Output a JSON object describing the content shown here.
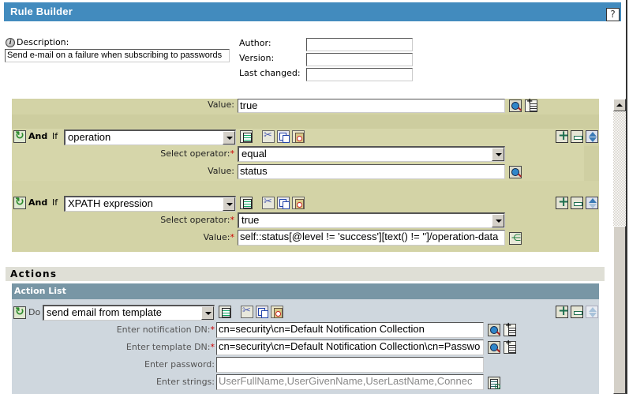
{
  "window": {
    "title": "Rule Builder",
    "help_label": "?"
  },
  "meta": {
    "description_label": "Description:",
    "description_value": "Send e-mail on a failure when subscribing to passwords",
    "author_label": "Author:",
    "author_value": "",
    "version_label": "Version:",
    "version_value": "",
    "last_changed_label": "Last changed:",
    "last_changed_value": ""
  },
  "conditions": {
    "partial_row": {
      "value_label": "Value:",
      "value": "true"
    },
    "items": [
      {
        "connector": "And",
        "if_label": "If",
        "condition": "operation",
        "operator_label": "Select operator:",
        "operator_required": "*",
        "operator": "equal",
        "value_label": "Value:",
        "value_required": "",
        "value": "status"
      },
      {
        "connector": "And",
        "if_label": "If",
        "condition": "XPATH expression",
        "operator_label": "Select operator:",
        "operator_required": "*",
        "operator": "true",
        "value_label": "Value:",
        "value_required": "*",
        "value": "self::status[@level != 'success'][text() != '']/operation-data"
      }
    ]
  },
  "actions": {
    "section_title": "Actions",
    "list_title": "Action List",
    "items": [
      {
        "do_label": "Do",
        "action": "send email from template",
        "fields": [
          {
            "label": "Enter notification DN:",
            "required": "*",
            "value": "cn=security\\cn=Default Notification Collection"
          },
          {
            "label": "Enter template DN:",
            "required": "*",
            "value": "cn=security\\cn=Default Notification Collection\\cn=Passwo"
          },
          {
            "label": "Enter password:",
            "required": "",
            "value": ""
          },
          {
            "label": "Enter strings:",
            "required": "",
            "value": "UserFullName,UserGivenName,UserLastName,Connec"
          }
        ]
      }
    ]
  },
  "colors": {
    "titlebar": "#428bbe",
    "condition_bg": "#d3d3a6",
    "action_list_header": "#7896a5",
    "action_bg": "#cfd7de",
    "actions_header": "#dfdfd6",
    "required": "#cc0000"
  }
}
